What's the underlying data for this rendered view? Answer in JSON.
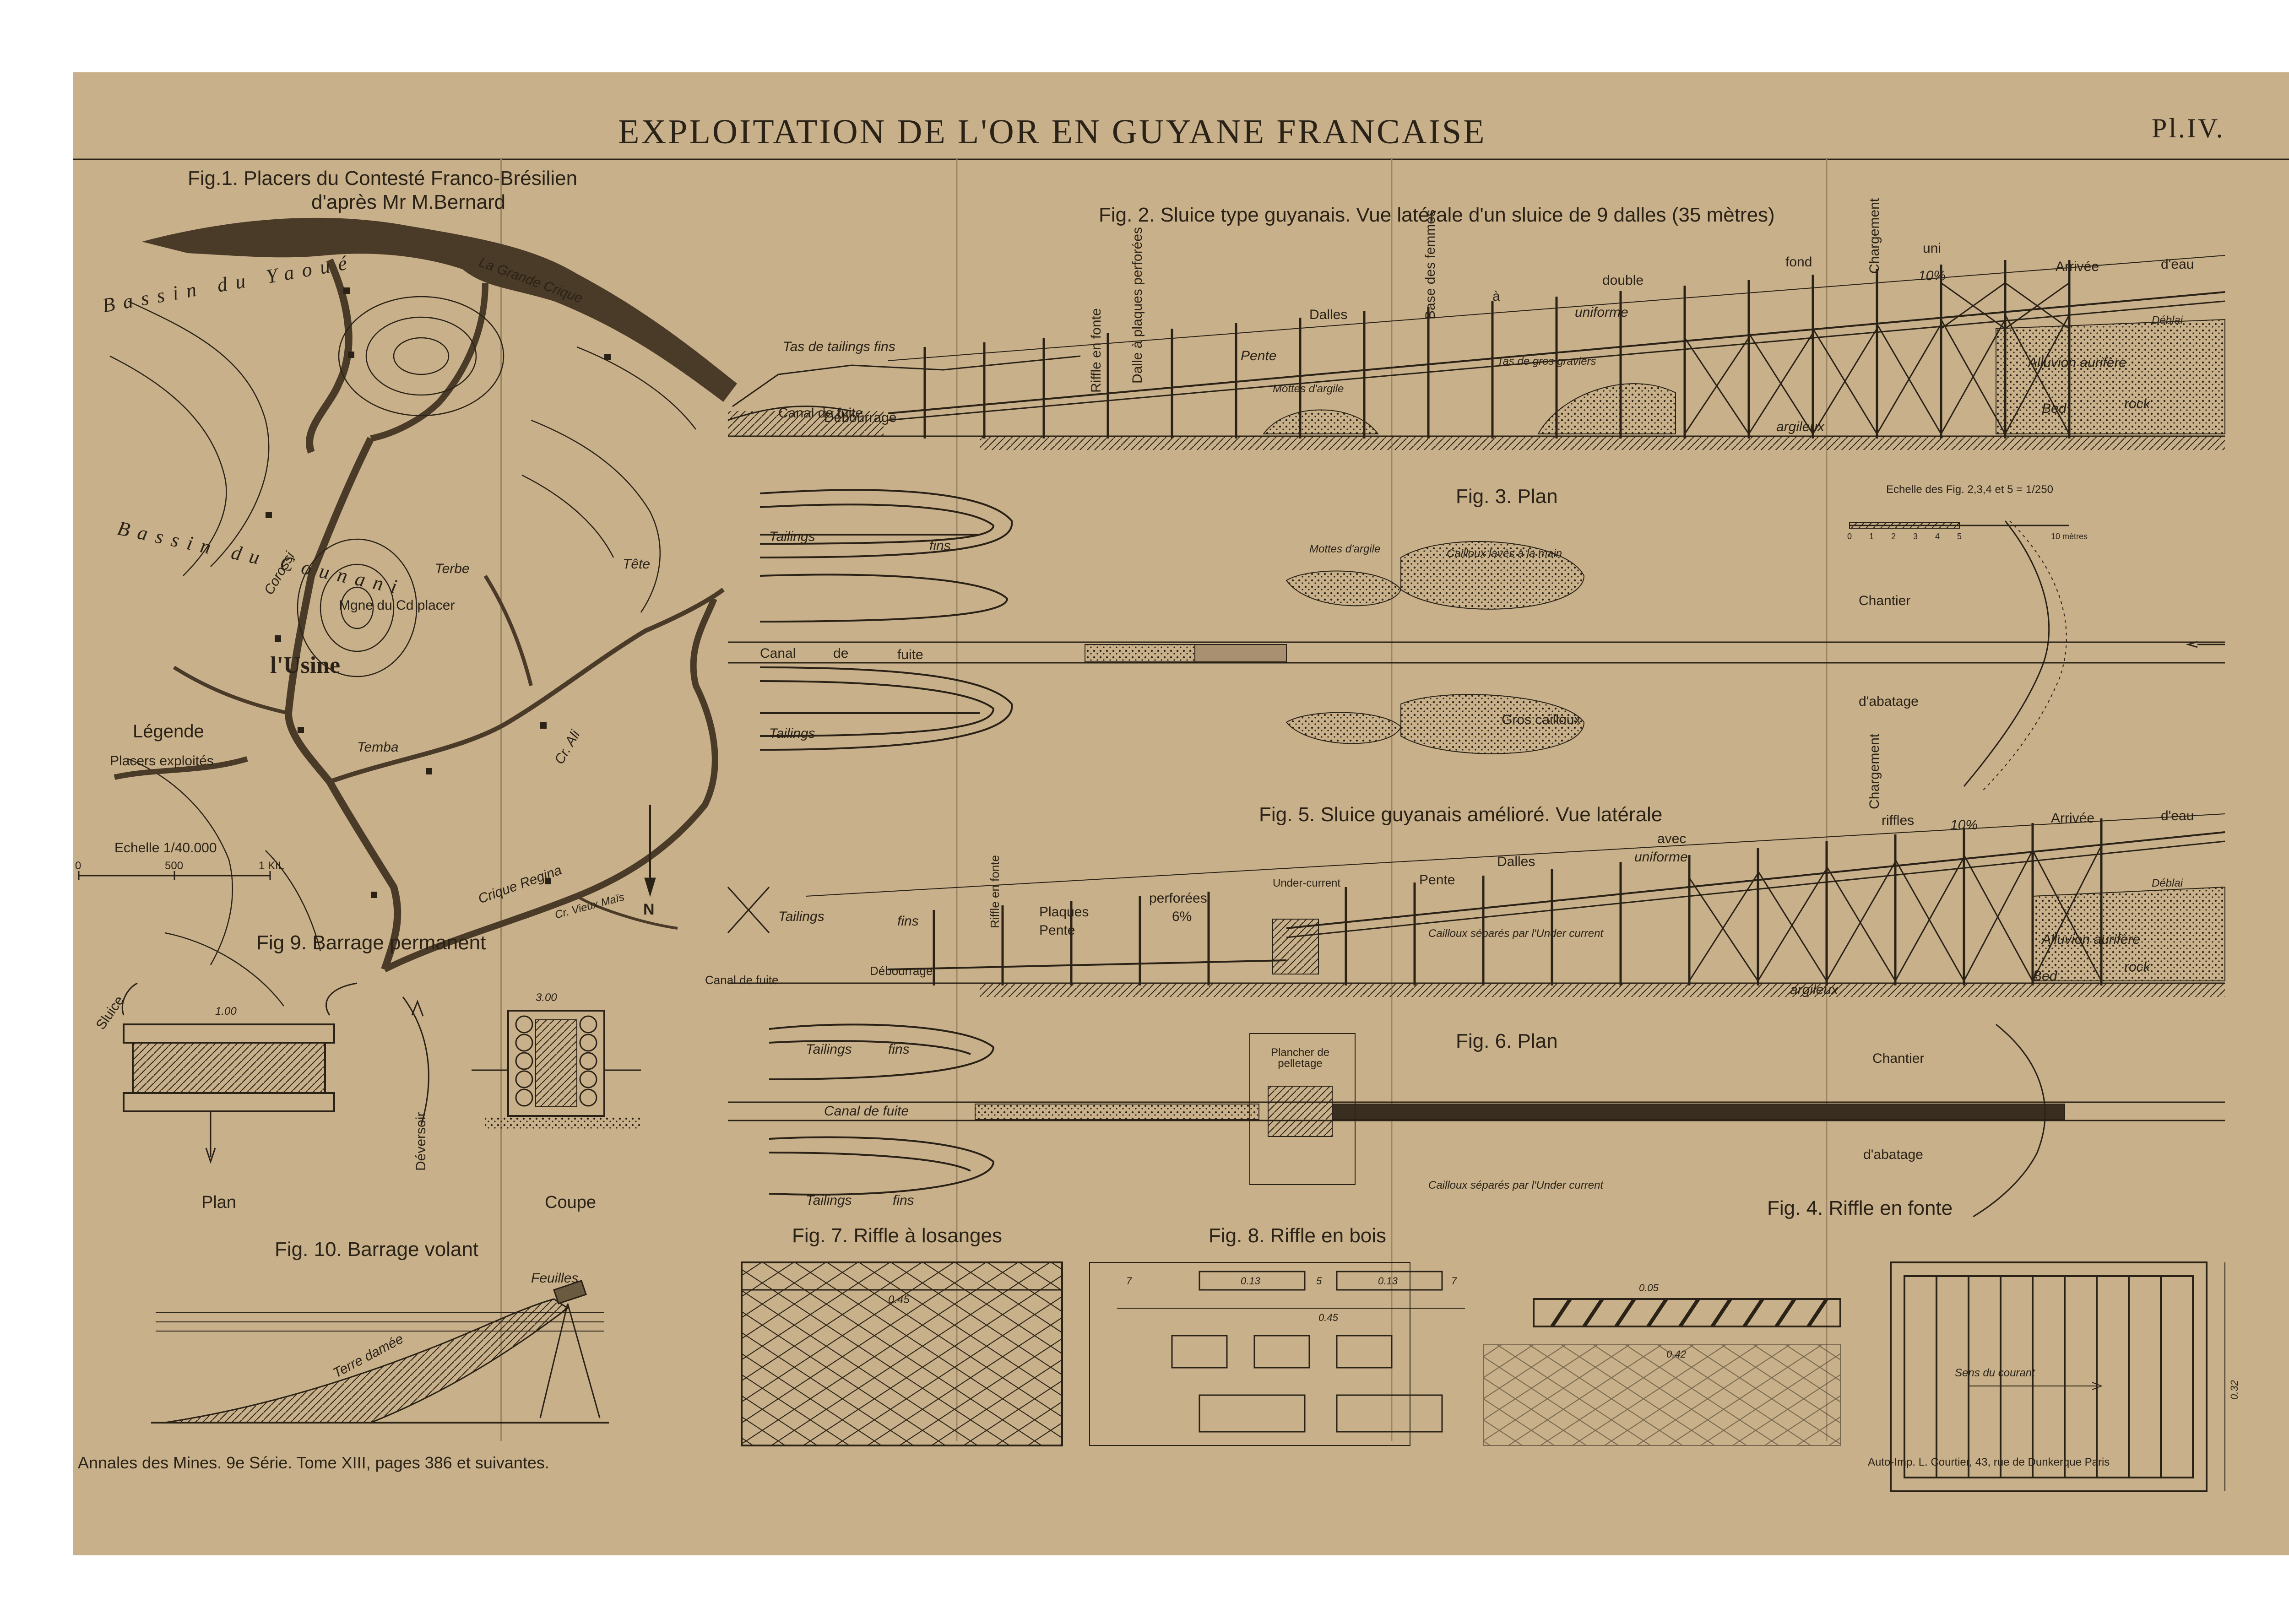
{
  "header": {
    "title": "EXPLOITATION DE L'OR EN GUYANE FRANCAISE",
    "plate": "Pl.IV."
  },
  "fig1": {
    "caption_line1": "Fig.1. Placers du Contesté Franco-Brésilien",
    "caption_line2": "d'après Mr M.Bernard",
    "basin_yaoue": "Bassin du Yaoué",
    "basin_counani": "Bassin du Counani",
    "grande_crique": "La Grande Crique",
    "usine": "l'Usine",
    "placer": "Mgne du Cd placer",
    "legend_title": "Légende",
    "legend_item": "Placers exploités",
    "scale_label": "Echelle 1/40.000",
    "scale_ticks": [
      "0",
      "500",
      "1 KIL"
    ],
    "north": "N",
    "creeks": [
      "Crique Regina",
      "Cr. Vieux Maïs",
      "Temba",
      "Cr. Ali",
      "Tête",
      "Terbe",
      "Corossi"
    ]
  },
  "fig2": {
    "caption": "Fig. 2. Sluice type guyanais. Vue latérale d'un sluice de 9 dalles (35 mètres)",
    "labels": [
      "Tas de tailings fins",
      "Canal de fuite",
      "Débourrage",
      "Riffle en fonte",
      "Dalle à plaques perforées",
      "Pente",
      "Dalles",
      "Base des femmes",
      "à",
      "double",
      "uniforme",
      "Tas de gros graviers",
      "Mottes d'argile",
      "fond",
      "Chargement",
      "uni",
      "10%",
      "Arrivée",
      "d'eau",
      "Déblai",
      "Alluvion aurifère",
      "Bed",
      "rock",
      "argileux"
    ]
  },
  "fig3": {
    "caption": "Fig. 3. Plan",
    "labels": [
      "Tailings",
      "fins",
      "Canal",
      "de",
      "fuite",
      "Tailings",
      "Mottes d'argile",
      "Cailloux lavés à la main",
      "Gros cailloux",
      "Chantier",
      "d'abatage"
    ],
    "scale_title": "Echelle des Fig. 2,3,4 et 5 = 1/250",
    "scale_ticks": [
      "0",
      "1",
      "2",
      "3",
      "4",
      "5",
      "10 mètres"
    ]
  },
  "fig5": {
    "caption": "Fig. 5. Sluice guyanais amélioré. Vue latérale",
    "labels": [
      "Tailings",
      "fins",
      "Canal de fuite",
      "Débourrage",
      "Riffle en fonte",
      "Plaques",
      "perforées",
      "Pente",
      "6%",
      "Under-current",
      "Dalles",
      "Pente",
      "avec",
      "uniforme",
      "riffles",
      "10%",
      "Chargement",
      "Arrivée",
      "d'eau",
      "Déblai",
      "Alluvion aurifère",
      "Cailloux séparés par l'Under current",
      "Bed",
      "rock",
      "argileux"
    ]
  },
  "fig6": {
    "caption": "Fig. 6. Plan",
    "labels": [
      "Tailings",
      "fins",
      "Canal de fuite",
      "Plancher de pelletage",
      "Tailings",
      "fins",
      "Cailloux séparés par l'Under current",
      "Chantier",
      "d'abatage"
    ]
  },
  "fig7": {
    "caption": "Fig. 7. Riffle à losanges",
    "dim": "0.45"
  },
  "fig8": {
    "caption": "Fig. 8. Riffle en bois",
    "dims": [
      "7",
      "0.13",
      "5",
      "0.13",
      "7",
      "0.45",
      "0.05",
      "0.42"
    ]
  },
  "fig4": {
    "caption": "Fig. 4. Riffle en fonte",
    "label": "Sens du courant",
    "dim": "0.32"
  },
  "fig9": {
    "caption": "Fig 9. Barrage permanent",
    "labels": [
      "Sluice",
      "1.00",
      "Déversoir",
      "3.00",
      "Plan",
      "Coupe"
    ]
  },
  "fig10": {
    "caption": "Fig. 10. Barrage volant",
    "labels": [
      "Feuilles",
      "Terre damée"
    ]
  },
  "footer": {
    "left": "Annales des Mines. 9e Série. Tome XIII, pages 386 et suivantes.",
    "right": "Auto-Imp. L. Courtier, 43, rue de Dunkerque Paris"
  },
  "colors": {
    "paper": "#c8b08a",
    "ink": "#2a2217",
    "river": "#4a3a28"
  }
}
